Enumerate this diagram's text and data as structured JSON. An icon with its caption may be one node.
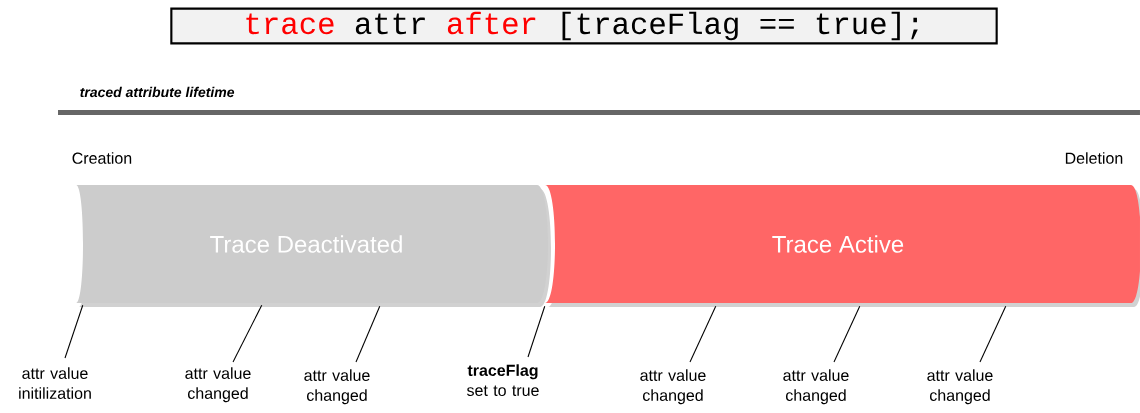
{
  "diagram": {
    "title": "traced attribute lifetime",
    "nodes": [
      {
        "text": [
          "trace",
          "attr",
          "after",
          "[traceFlag == true];"
        ]
      },
      {
        "text": [
          "Trace Deactivated"
        ]
      },
      {
        "text": [
          "Trace Active"
        ]
      },
      {
        "text": [
          "attr value initilization"
        ]
      },
      {
        "text": [
          "attr value changed"
        ]
      },
      {
        "text": [
          "attr value changed"
        ]
      },
      {
        "text": [
          "**traceFlag** set to true"
        ]
      },
      {
        "text": [
          "attr value changed"
        ]
      },
      {
        "text": [
          "attr value changed"
        ]
      },
      {
        "text": [
          "attr value changed"
        ]
      }
    ],
    "edges": [
      {
        "from": 3,
        "to": 1,
        "arrow": "none"
      },
      {
        "from": 4,
        "to": 1,
        "arrow": "none"
      },
      {
        "from": 5,
        "to": 1,
        "arrow": "none"
      },
      {
        "from": 6,
        "to": 2,
        "arrow": "none"
      },
      {
        "from": 7,
        "to": 2,
        "arrow": "none"
      },
      {
        "from": 8,
        "to": 2,
        "arrow": "none"
      },
      {
        "from": 9,
        "to": 2,
        "arrow": "none"
      }
    ],
    "labels": [
      "Creation",
      "Deletion"
    ]
  }
}
